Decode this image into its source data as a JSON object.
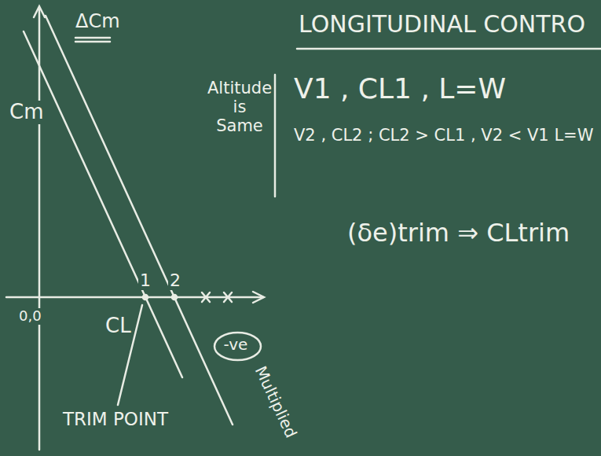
{
  "diagram": {
    "title": "LONGITUDINAL CONTRO",
    "nodes": [
      {
        "text": [
          "-ve"
        ]
      }
    ],
    "labels": [
      "ΔCm",
      "Cm",
      "Altitude is Same",
      "V1 , CL1 , L=W",
      "V2 , CL2 ; CL2 > CL1 , V2 < V1 L=W",
      "(δe)trim ⇒ CLtrim",
      "1",
      "2",
      "0,0",
      "CL",
      "TRIM POINT",
      "Multiplied"
    ]
  }
}
